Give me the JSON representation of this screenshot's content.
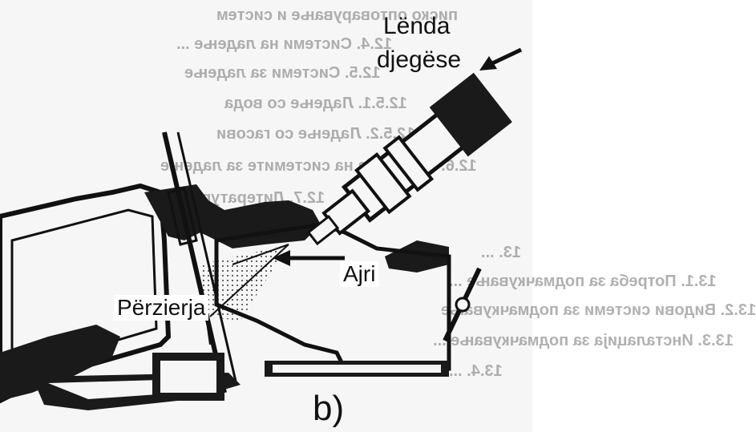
{
  "labels": {
    "fuel_line1": "Lënda",
    "fuel_line2": "djegëse",
    "air": "Ajri",
    "mixture": "Përzierja",
    "panel": "b)"
  },
  "background_text": [
    "писко оптоварување и систем",
    "12.4. Системи на ладење ...",
    "12.5. Системи за ладење",
    "12.5.1. Ладење со вода",
    "12.5.2. Ладење со гасови",
    "12.6. Споредба на системите за ладење",
    "12.7. Литература",
    "13. ...",
    "13.1. Потреба за подмачкување ...",
    "13.2. Видови системи за подмачкување",
    "13.3. Инсталација за подмачкување ...",
    "13.4. ... "
  ],
  "colors": {
    "ink": "#111111",
    "background": "#f6f6f6",
    "ghost_text": "#555555"
  }
}
